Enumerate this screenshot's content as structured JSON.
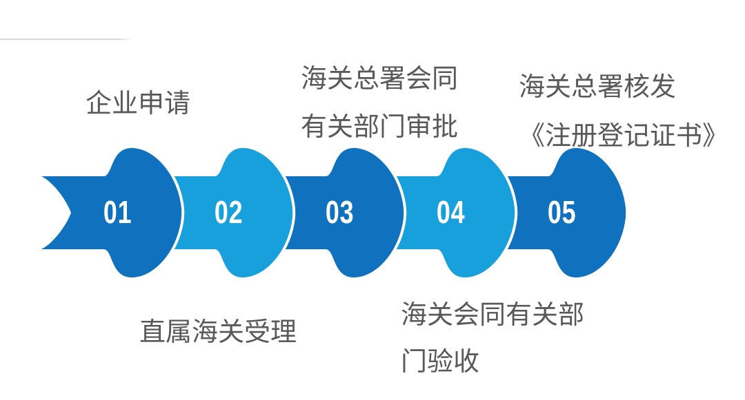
{
  "figure": {
    "kind": "five-step-arrow-process-flow"
  },
  "colors": {
    "dark_blue": "#1072BE",
    "light_blue": "#18A0DC",
    "label_text": "#595959",
    "number_text": "#FFFFFF",
    "divider": "#D8D8D8",
    "background": "#FFFFFF"
  },
  "steps": [
    {
      "number": "01",
      "label": "企业申请",
      "label_position": "top",
      "arrow_color": "#1072BE"
    },
    {
      "number": "02",
      "label": "直属海关受理",
      "label_position": "bottom",
      "arrow_color": "#18A0DC"
    },
    {
      "number": "03",
      "label": "海关总署会同\n有关部门审批",
      "label_position": "top",
      "arrow_color": "#1072BE"
    },
    {
      "number": "04",
      "label": "海关会同有关部\n门验收",
      "label_position": "bottom",
      "arrow_color": "#18A0DC"
    },
    {
      "number": "05",
      "label": "海关总署核发\n《注册登记证书》",
      "label_position": "top",
      "arrow_color": "#1072BE"
    }
  ]
}
